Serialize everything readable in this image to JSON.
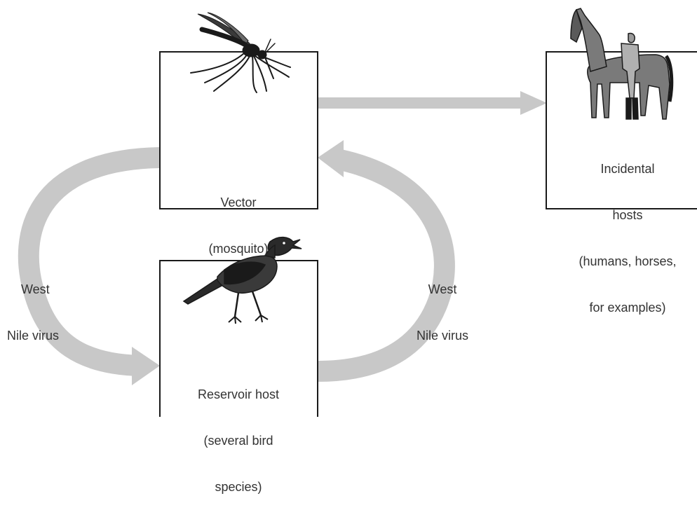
{
  "nodes": {
    "vector": {
      "line1": "Vector",
      "line2": "(mosquito)"
    },
    "incidental": {
      "line1": "Incidental",
      "line2": "hosts",
      "line3": "(humans, horses,",
      "line4": "for examples)"
    },
    "reservoir": {
      "line1": "Reservoir host",
      "line2": "(several bird",
      "line3": "species)"
    }
  },
  "edges": {
    "left": {
      "line1": "West",
      "line2": "Nile virus"
    },
    "right": {
      "line1": "West",
      "line2": "Nile virus"
    }
  },
  "icons": {
    "vector": "mosquito-icon",
    "incidental": "horse-and-person-icon",
    "reservoir": "crow-icon"
  },
  "colors": {
    "arrow": "#c8c8c8",
    "box_border": "#1a1a1a",
    "text": "#333333"
  }
}
